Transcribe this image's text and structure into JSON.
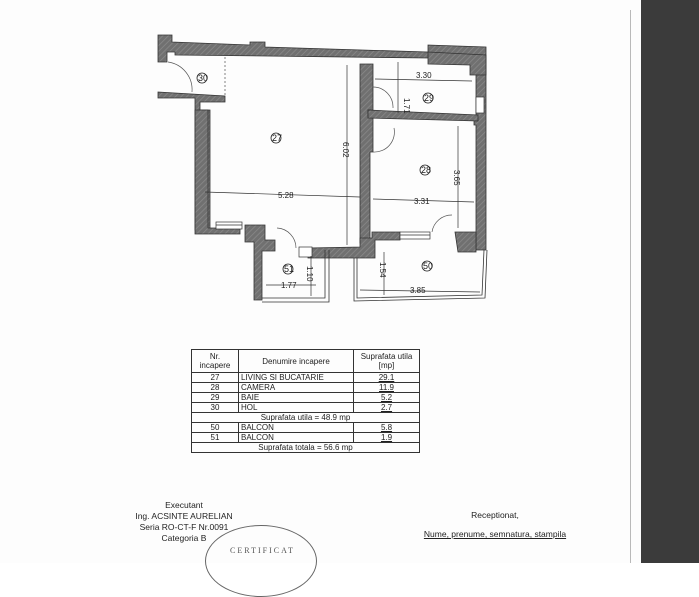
{
  "floor_plan": {
    "rooms": [
      {
        "id": "27",
        "label": "27"
      },
      {
        "id": "28",
        "label": "28"
      },
      {
        "id": "29",
        "label": "29"
      },
      {
        "id": "30",
        "label": "30"
      },
      {
        "id": "50",
        "label": "50"
      },
      {
        "id": "51",
        "label": "51"
      }
    ],
    "dimensions": {
      "d_3_30": "3.30",
      "d_1_71": "1.71",
      "d_6_02": "6.02",
      "d_5_28": "5.28",
      "d_3_31": "3.31",
      "d_3_65": "3.65",
      "d_1_54": "1.54",
      "d_3_85": "3.85",
      "d_1_77": "1.77",
      "d_1_10": "1.10"
    }
  },
  "table": {
    "headers": [
      "Nr. incapere",
      "Denumire incapere",
      "Suprafata utila [mp]"
    ],
    "rows": [
      {
        "nr": "27",
        "name": "LIVING SI BUCATARIE",
        "area": "29.1"
      },
      {
        "nr": "28",
        "name": "CAMERA",
        "area": "11.9"
      },
      {
        "nr": "29",
        "name": "BAIE",
        "area": "5.2"
      },
      {
        "nr": "30",
        "name": "HOL",
        "area": "2.7"
      }
    ],
    "subtotal": "Suprafata utila = 48.9 mp",
    "balcony_rows": [
      {
        "nr": "50",
        "name": "BALCON",
        "area": "5.8"
      },
      {
        "nr": "51",
        "name": "BALCON",
        "area": "1.9"
      }
    ],
    "total": "Suprafata totala = 56.6 mp"
  },
  "executant": {
    "title": "Executant",
    "name": "Ing. ACSINTE AURELIAN",
    "series": "Seria RO-CT-F Nr.0091",
    "category": "Categoria B",
    "stamp_text": "CERTIFICAT"
  },
  "receptionat": {
    "title": "Receptionat,",
    "fields": "Nume, prenume, semnatura, stampila"
  },
  "colors": {
    "wall": "#6e6e6e",
    "wall_dark": "#4a4a4a",
    "line": "#333333",
    "side_panel": "#3b3b3b"
  }
}
